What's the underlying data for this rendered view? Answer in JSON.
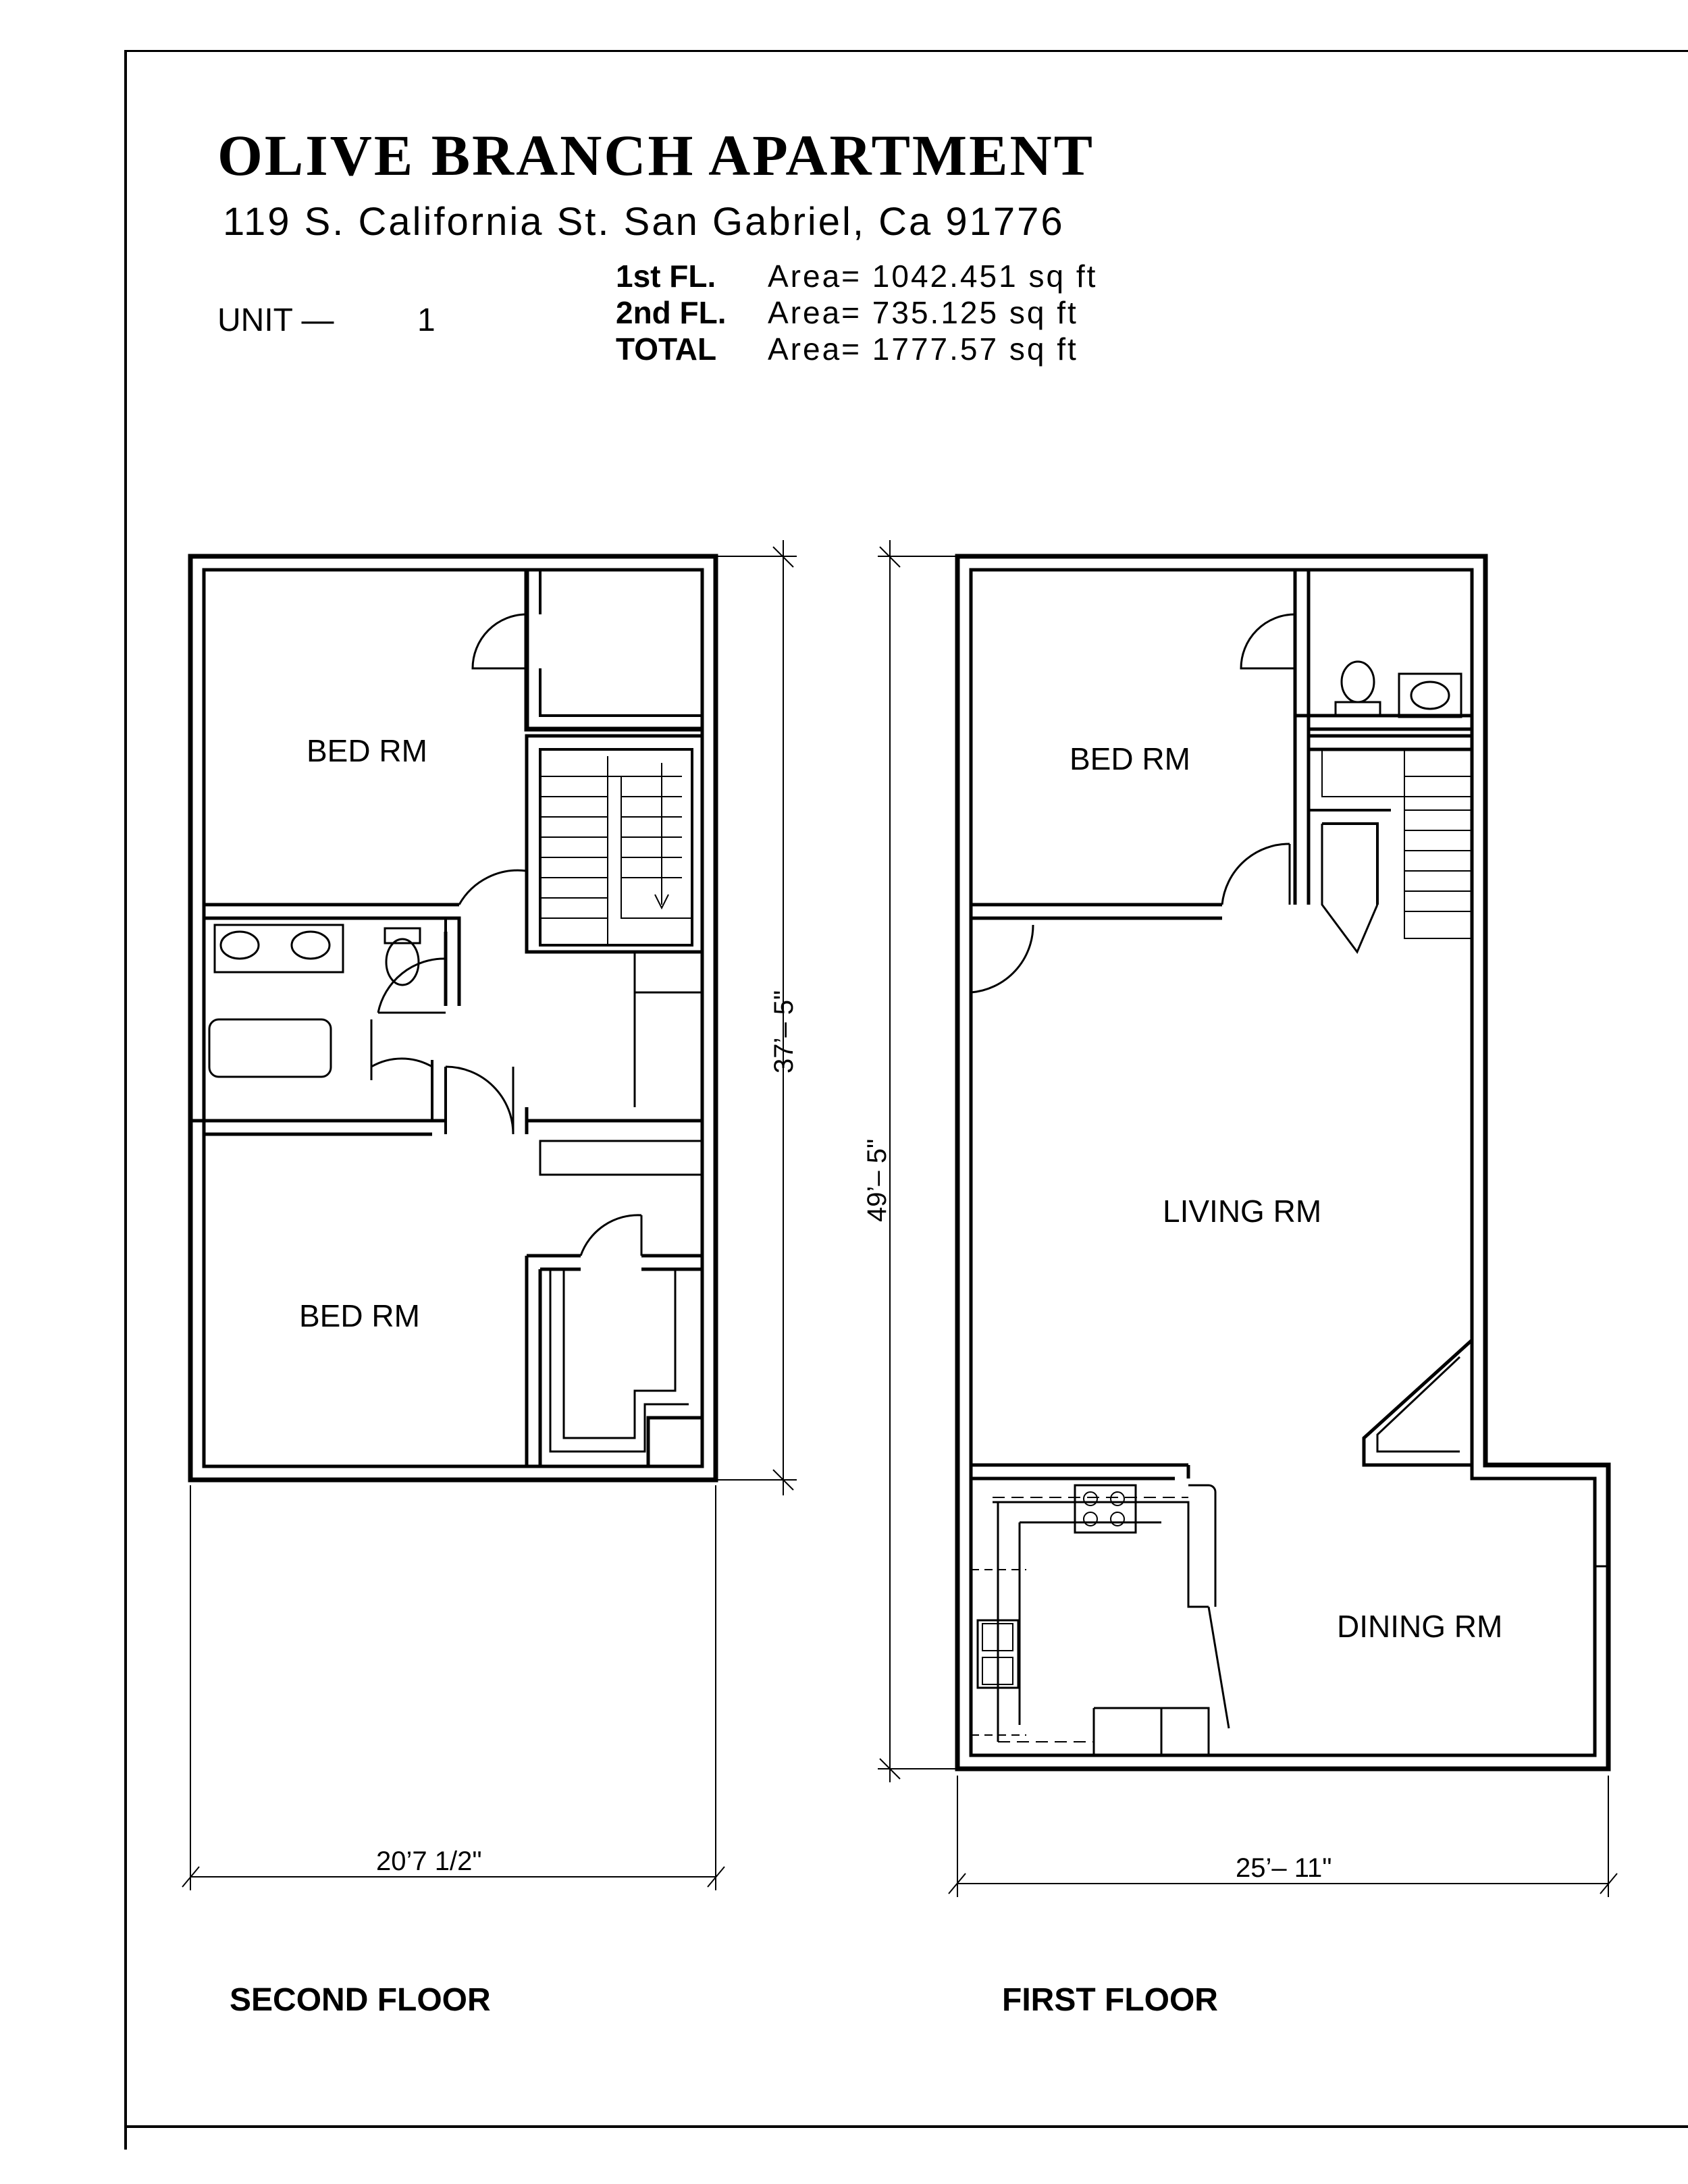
{
  "header": {
    "title": "OLIVE BRANCH APARTMENT",
    "address": "119 S. California St. San Gabriel, Ca 91776",
    "unit_label": "UNIT —",
    "unit_number": "1",
    "areas": [
      {
        "floor": "1st FL.",
        "value": "Area=  1042.451  sq  ft"
      },
      {
        "floor": "2nd FL.",
        "value": "Area=  735.125  sq  ft"
      },
      {
        "floor": "TOTAL",
        "value": "Area=  1777.57   sq  ft"
      }
    ]
  },
  "second_floor": {
    "label": "SECOND FLOOR",
    "rooms": [
      "BED RM",
      "BED RM"
    ],
    "dim_width": "20’7 1/2\"",
    "dim_depth": "37’– 5\""
  },
  "first_floor": {
    "label": "FIRST FLOOR",
    "rooms": [
      "BED RM",
      "LIVING RM",
      "DINING RM"
    ],
    "dim_width": "25’– 11\"",
    "dim_depth": "49’– 5\""
  }
}
